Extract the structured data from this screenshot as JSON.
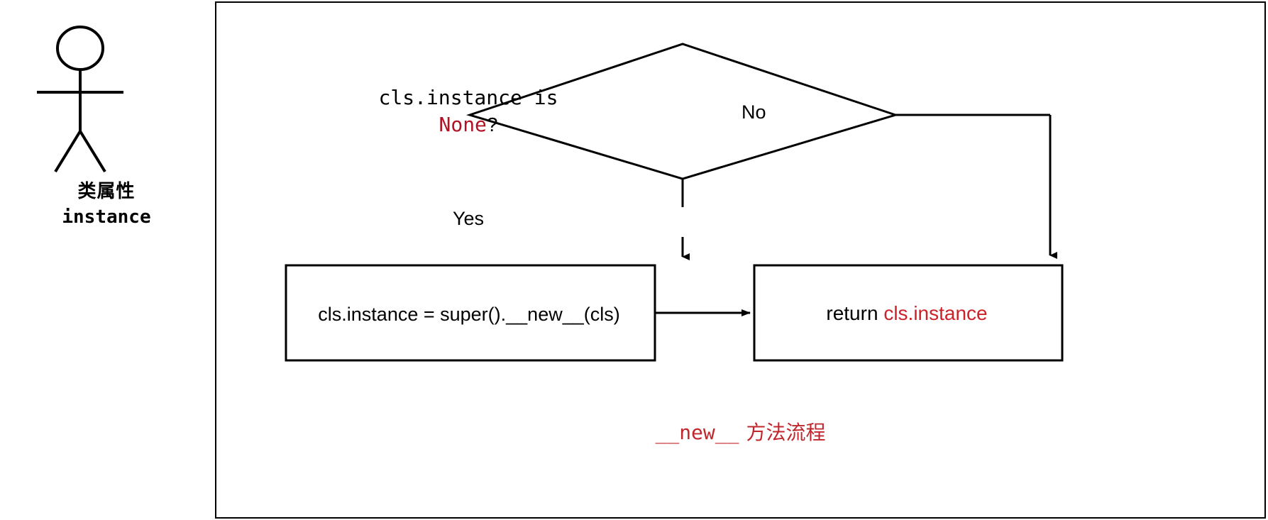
{
  "diagram": {
    "type": "flowchart",
    "title_caption": {
      "mono": "__new__",
      "cn": "方法流程",
      "color": "#c0272d"
    },
    "actor": {
      "icon": "stick-figure-actor-icon",
      "caption_cn": "类属性",
      "caption_mono": "instance"
    },
    "nodes": [
      {
        "id": "decision",
        "shape": "diamond",
        "text_line1": "cls.instance is",
        "text_line2_keyword": "None",
        "text_line2_suffix": "?",
        "keyword_color": "#b11226"
      },
      {
        "id": "process",
        "shape": "rectangle",
        "text": "cls.instance = super().__new__(cls)"
      },
      {
        "id": "return",
        "shape": "rectangle",
        "text_prefix": "return ",
        "text_value": "cls.instance",
        "value_color": "#cc2229"
      }
    ],
    "edges": [
      {
        "id": "edge-yes",
        "from": "decision",
        "to": "process",
        "label": "Yes"
      },
      {
        "id": "edge-no",
        "from": "decision",
        "to": "return",
        "label": "No"
      },
      {
        "id": "edge-process-return",
        "from": "process",
        "to": "return",
        "label": ""
      }
    ],
    "colors": {
      "stroke": "#000000",
      "background": "#ffffff",
      "accent_red": "#c0272d",
      "keyword_red": "#b11226"
    }
  }
}
